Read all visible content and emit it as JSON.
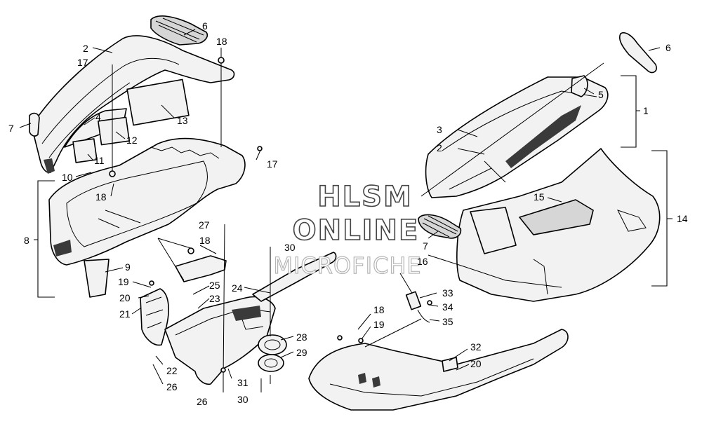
{
  "watermark": {
    "line1": "HLSM",
    "line2": "ONLINE",
    "line3": "MICROFICHE"
  },
  "callouts": [
    {
      "id": "c-6a",
      "text": "6"
    },
    {
      "id": "c-18a",
      "text": "18"
    },
    {
      "id": "c-2a",
      "text": "2"
    },
    {
      "id": "c-17a",
      "text": "17"
    },
    {
      "id": "c-4",
      "text": "4"
    },
    {
      "id": "c-13",
      "text": "13"
    },
    {
      "id": "c-7a",
      "text": "7"
    },
    {
      "id": "c-12",
      "text": "12"
    },
    {
      "id": "c-11",
      "text": "11"
    },
    {
      "id": "c-17b",
      "text": "17"
    },
    {
      "id": "c-10",
      "text": "10"
    },
    {
      "id": "c-18b",
      "text": "18"
    },
    {
      "id": "c-8",
      "text": "8"
    },
    {
      "id": "c-9",
      "text": "9"
    },
    {
      "id": "c-27",
      "text": "27"
    },
    {
      "id": "c-18c",
      "text": "18"
    },
    {
      "id": "c-19a",
      "text": "19"
    },
    {
      "id": "c-25",
      "text": "25"
    },
    {
      "id": "c-20a",
      "text": "20"
    },
    {
      "id": "c-23",
      "text": "23"
    },
    {
      "id": "c-21",
      "text": "21"
    },
    {
      "id": "c-24",
      "text": "24"
    },
    {
      "id": "c-30a",
      "text": "30"
    },
    {
      "id": "c-22",
      "text": "22"
    },
    {
      "id": "c-26a",
      "text": "26"
    },
    {
      "id": "c-31",
      "text": "31"
    },
    {
      "id": "c-26b",
      "text": "26"
    },
    {
      "id": "c-30b",
      "text": "30"
    },
    {
      "id": "c-28",
      "text": "28"
    },
    {
      "id": "c-29",
      "text": "29"
    },
    {
      "id": "c-6b",
      "text": "6"
    },
    {
      "id": "c-5",
      "text": "5"
    },
    {
      "id": "c-1",
      "text": "1"
    },
    {
      "id": "c-3",
      "text": "3"
    },
    {
      "id": "c-2b",
      "text": "2"
    },
    {
      "id": "c-15",
      "text": "15"
    },
    {
      "id": "c-14",
      "text": "14"
    },
    {
      "id": "c-7b",
      "text": "7"
    },
    {
      "id": "c-16",
      "text": "16"
    },
    {
      "id": "c-33",
      "text": "33"
    },
    {
      "id": "c-34",
      "text": "34"
    },
    {
      "id": "c-35",
      "text": "35"
    },
    {
      "id": "c-18d",
      "text": "18"
    },
    {
      "id": "c-19b",
      "text": "19"
    },
    {
      "id": "c-32",
      "text": "32"
    },
    {
      "id": "c-20b",
      "text": "20"
    }
  ]
}
